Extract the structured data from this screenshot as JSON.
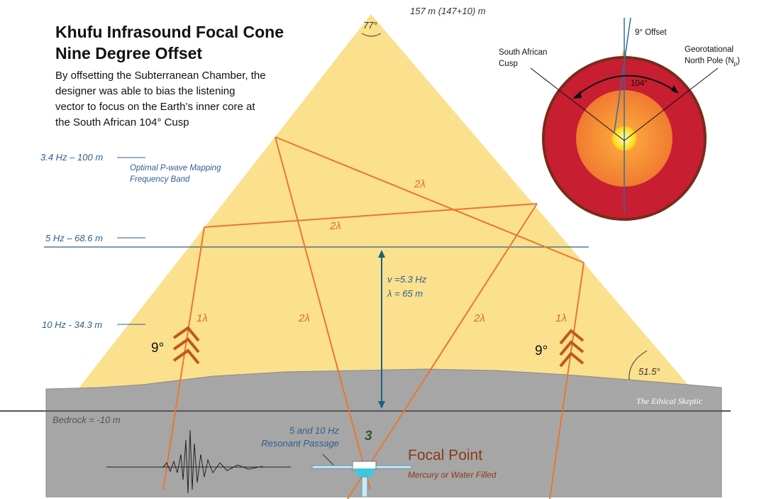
{
  "title": {
    "line1": "Khufu Infrasound Focal Cone",
    "line2": "Nine Degree Offset"
  },
  "description": [
    "By offsetting the Subterranean Chamber, the",
    "designer was able to bias the listening",
    "vector to focus on the Earth’s inner core at",
    "the South African 104° Cusp"
  ],
  "apex": {
    "height_label": "157 m (147+10) m",
    "angle_label": "77°"
  },
  "levels": [
    {
      "label": "3.4 Hz – 100 m"
    },
    {
      "label": "5 Hz – 68.6 m"
    },
    {
      "label": "10 Hz - 34.3 m"
    }
  ],
  "band_note": [
    "Optimal P-wave Mapping",
    "Frequency Band"
  ],
  "wave": {
    "v": "v =5.3 Hz",
    "lambda": "λ = 65 m"
  },
  "wavelength_labels": [
    "2λ",
    "2λ",
    "1λ",
    "2λ",
    "2λ",
    "1λ"
  ],
  "offset_labels": {
    "left": "9°",
    "right": "9°"
  },
  "base_angle": "51.5°",
  "watermark": "The Ethical Skeptic",
  "bedrock": "Bedrock = -10 m",
  "passage": [
    "5 and 10 Hz",
    "Resonant Passage"
  ],
  "marker_number": "3",
  "focal": {
    "title": "Focal Point",
    "subtitle": "Mercury or Water Filled"
  },
  "earth": {
    "offset_label": "9° Offset",
    "cusp_label": [
      "South African",
      "Cusp"
    ],
    "pole_label": [
      "Georotational",
      "North Pole (N"
    ],
    "pole_sub": "p",
    "pole_close": ")",
    "angle": "104°"
  },
  "colors": {
    "pyramid": "#fbe08e",
    "ground": "#a6a6a6",
    "ray": "#e8772e",
    "blue": "#2e5f8f",
    "focal": "#8b3a1a"
  }
}
